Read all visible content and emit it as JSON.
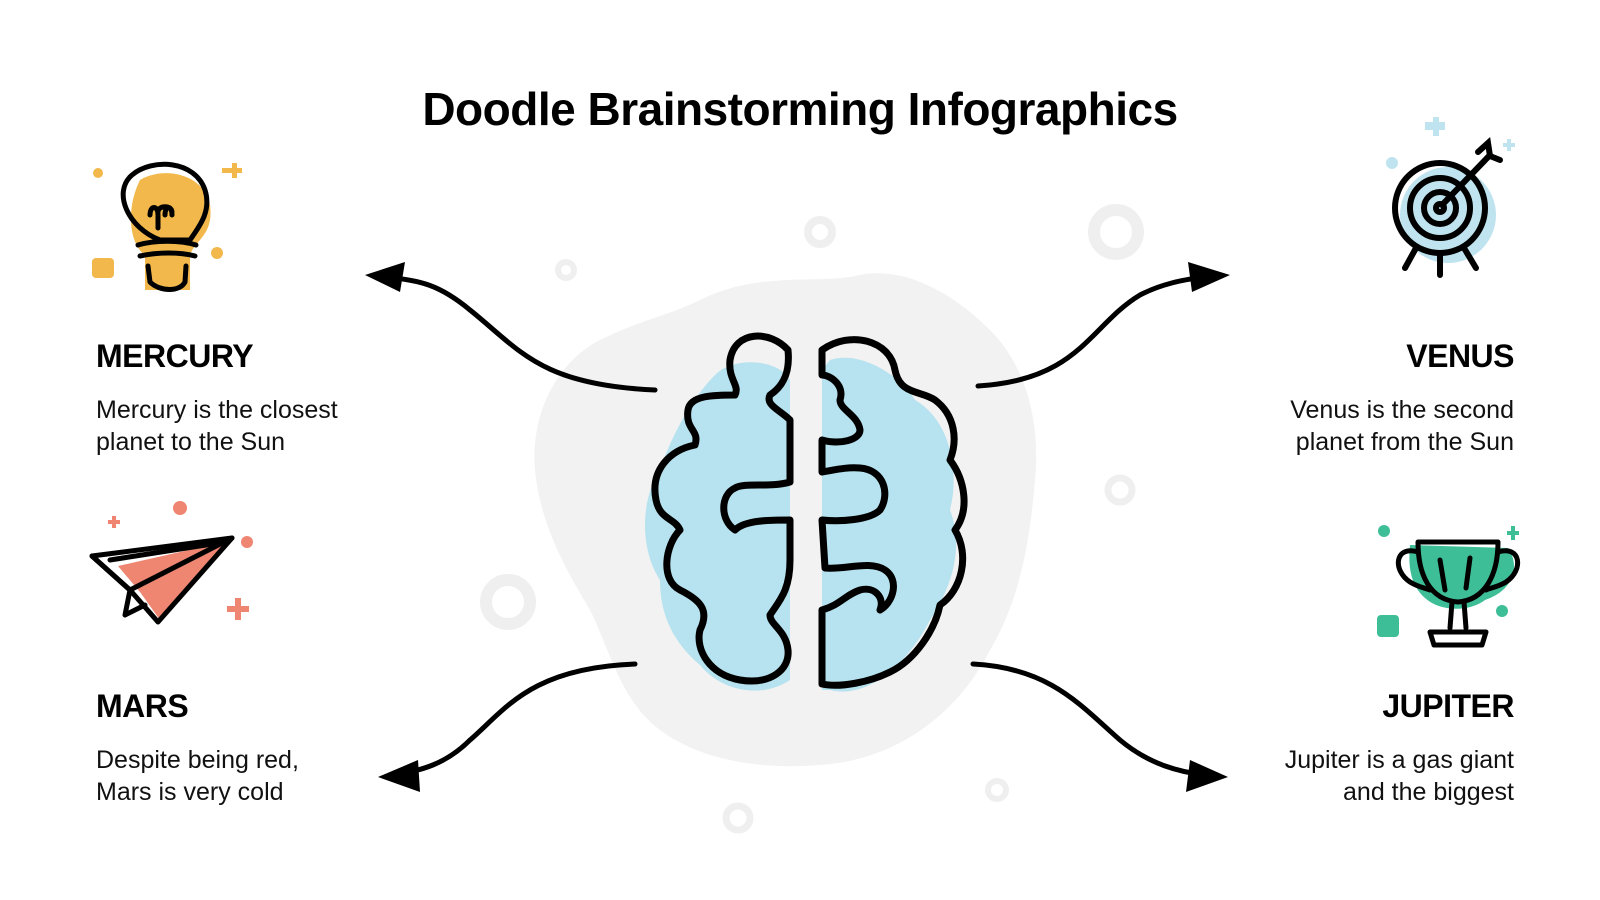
{
  "title": "Doodle Brainstorming Infographics",
  "colors": {
    "mercury": "#F2B84B",
    "mars": "#EE8672",
    "venus": "#A9DDEB",
    "jupiter": "#3DBE97",
    "brain_fill": "#B6E3EF",
    "blob": "#F2F2F2",
    "ink": "#000000"
  },
  "items": {
    "mercury": {
      "heading": "MERCURY",
      "lines": [
        "Mercury is the closest",
        "planet to the Sun"
      ],
      "icon": "lightbulb-icon"
    },
    "venus": {
      "heading": "VENUS",
      "lines": [
        "Venus is the second",
        "planet from the Sun"
      ],
      "icon": "target-icon"
    },
    "mars": {
      "heading": "MARS",
      "lines": [
        "Despite being red,",
        "Mars is very cold"
      ],
      "icon": "paper-plane-icon"
    },
    "jupiter": {
      "heading": "JUPITER",
      "lines": [
        "Jupiter is a gas giant",
        "and the biggest"
      ],
      "icon": "trophy-icon"
    }
  },
  "center_icon": "brain-icon"
}
